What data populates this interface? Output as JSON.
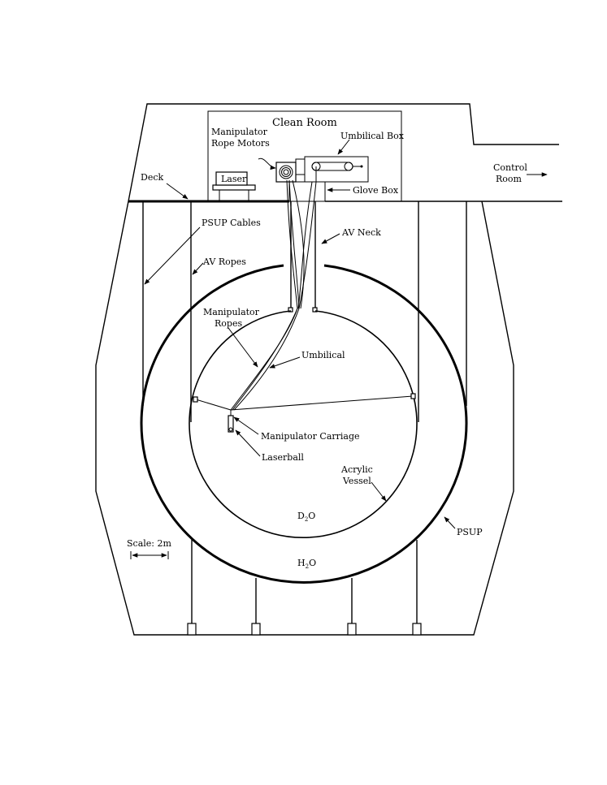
{
  "labels": {
    "clean_room": "Clean Room",
    "manipulator_rope_motors_1": "Manipulator",
    "manipulator_rope_motors_2": "Rope Motors",
    "umbilical_box": "Umbilical Box",
    "laser": "Laser",
    "deck": "Deck",
    "glove_box": "Glove Box",
    "control_room_1": "Control",
    "control_room_2": "Room",
    "psup_cables": "PSUP Cables",
    "av_neck": "AV Neck",
    "av_ropes": "AV Ropes",
    "manipulator_ropes_1": "Manipulator",
    "manipulator_ropes_2": "Ropes",
    "umbilical": "Umbilical",
    "manipulator_carriage": "Manipulator Carriage",
    "laserball": "Laserball",
    "acrylic_vessel_1": "Acrylic",
    "acrylic_vessel_2": "Vessel",
    "d2o_main": "D",
    "d2o_sub": "2",
    "d2o_tail": "O",
    "h2o_main": "H",
    "h2o_sub": "2",
    "h2o_tail": "O",
    "psup": "PSUP",
    "scale": "Scale: 2m"
  }
}
